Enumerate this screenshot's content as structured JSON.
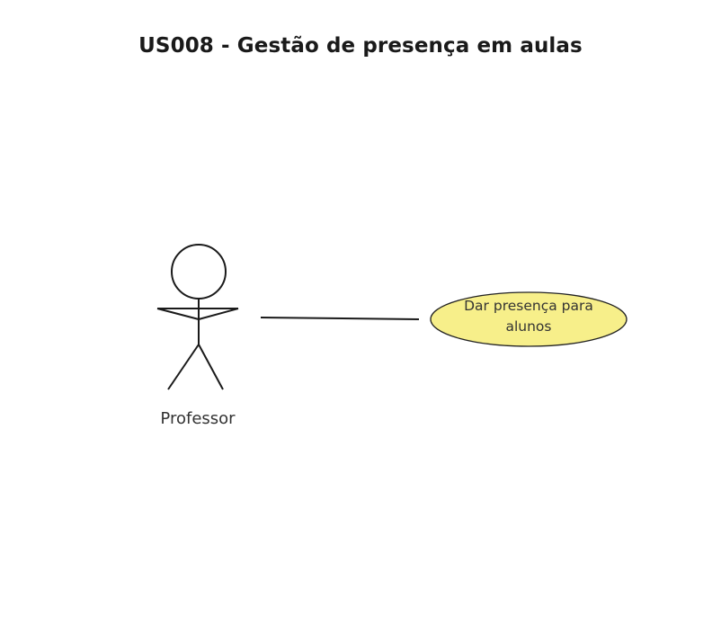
{
  "diagram": {
    "title": "US008 - Gestão de presença em aulas",
    "actor": {
      "name": "Professor"
    },
    "use_case": {
      "line1": "Dar presença para",
      "line2": "alunos",
      "fill_color": "#f7ef8a",
      "stroke_color": "#222222"
    },
    "association": {
      "from": "Professor",
      "to": "Dar presença para alunos"
    }
  }
}
